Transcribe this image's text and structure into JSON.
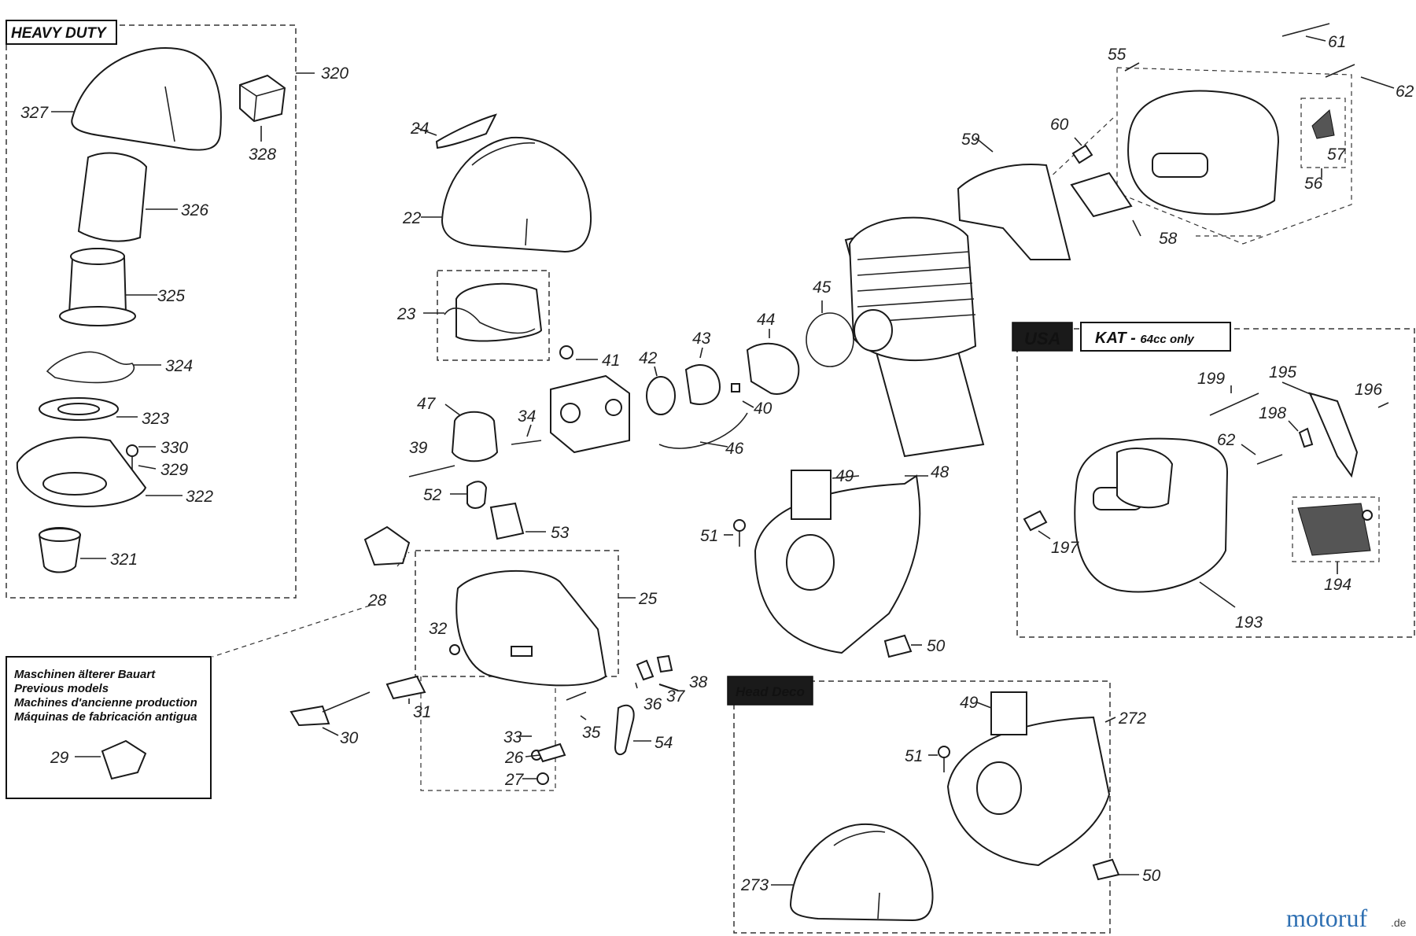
{
  "boxes": {
    "heavy_duty": "HEAVY DUTY",
    "usa": "USA",
    "kat": "KAT - ",
    "kat_sub": "64cc only",
    "head_deco": "Head Deco"
  },
  "older_models": {
    "line1": "Maschinen älterer Bauart",
    "line2": "Previous models",
    "line3": "Machines d'ancienne production",
    "line4": "Máquinas de fabricación antigua"
  },
  "callouts": {
    "p320": "320",
    "p327": "327",
    "p328": "328",
    "p326": "326",
    "p325": "325",
    "p324": "324",
    "p323": "323",
    "p330": "330",
    "p329": "329",
    "p322": "322",
    "p321": "321",
    "p24": "24",
    "p22": "22",
    "p23": "23",
    "p41": "41",
    "p42": "42",
    "p43": "43",
    "p44": "44",
    "p45": "45",
    "p40": "40",
    "p46": "46",
    "p47": "47",
    "p34": "34",
    "p39": "39",
    "p52": "52",
    "p53": "53",
    "p28": "28",
    "p25": "25",
    "p32": "32",
    "p31": "31",
    "p30": "30",
    "p29": "29",
    "p33": "33",
    "p26": "26",
    "p27": "27",
    "p35": "35",
    "p36": "36",
    "p37": "37",
    "p38": "38",
    "p54": "54",
    "p48": "48",
    "p49": "49",
    "p51": "51",
    "p50": "50",
    "p59": "59",
    "p60": "60",
    "p55": "55",
    "p61": "61",
    "p62": "62",
    "p57": "57",
    "p56": "56",
    "p58": "58",
    "p199": "199",
    "p195": "195",
    "p196": "196",
    "p198": "198",
    "p62b": "62",
    "p197": "197",
    "p193": "193",
    "p194": "194",
    "p49b": "49",
    "p272": "272",
    "p51b": "51",
    "p273": "273",
    "p50b": "50"
  },
  "watermark": {
    "brand": "motoruf",
    "tld": ".de"
  }
}
